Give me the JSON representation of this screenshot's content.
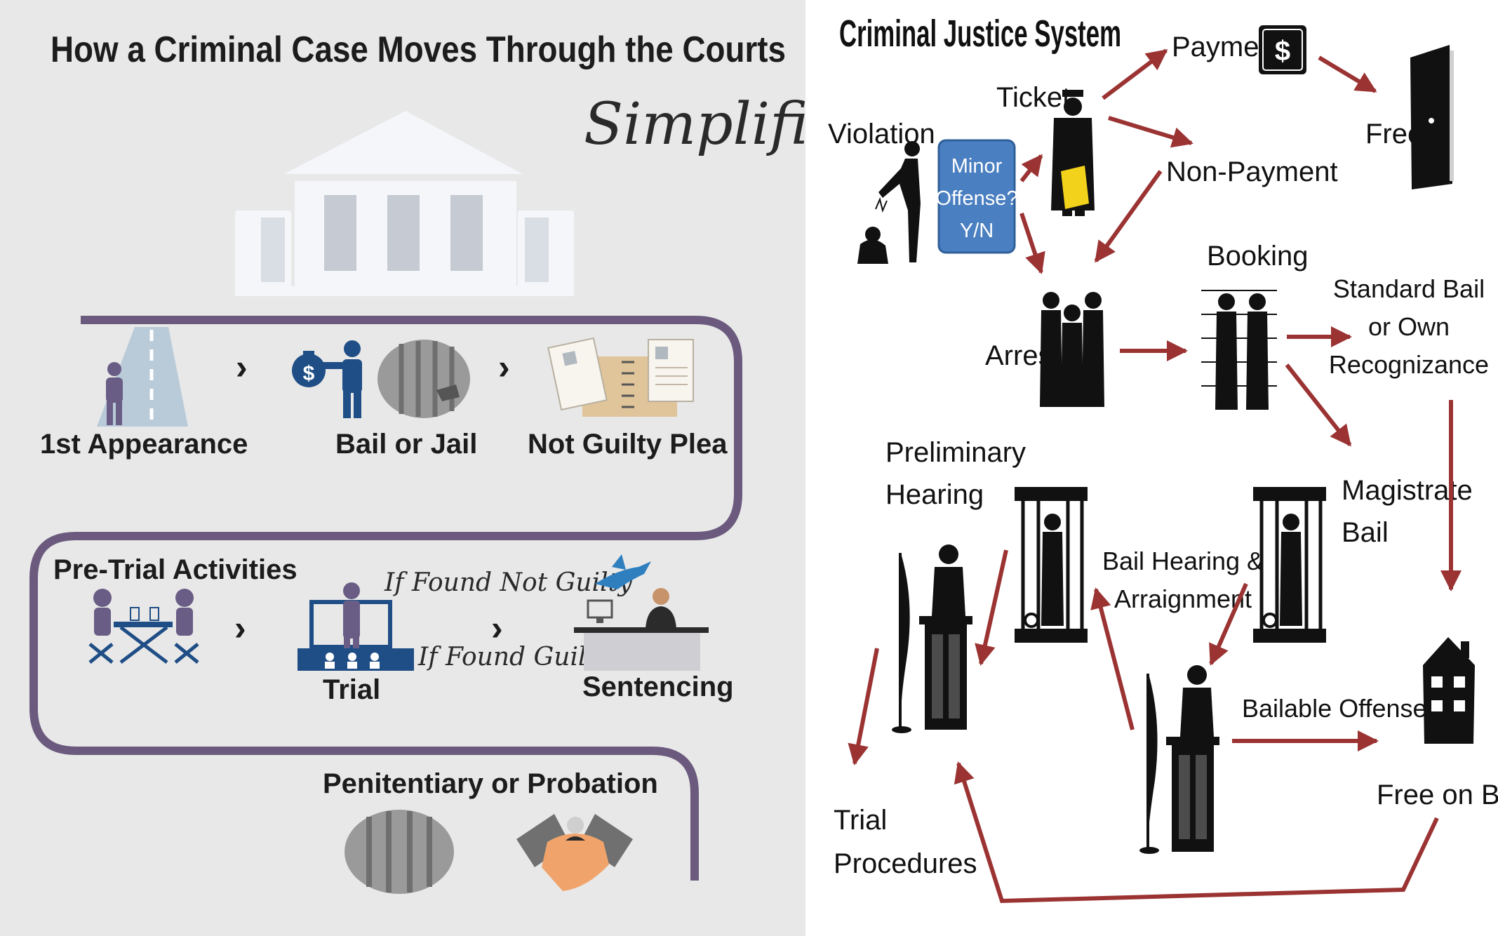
{
  "left_panel": {
    "title": "How a Criminal Case Moves Through the Courts",
    "subtitle": "Simplified",
    "steps": {
      "first_appearance": "1st Appearance",
      "bail_or_jail": "Bail or Jail",
      "not_guilty_plea": "Not Guilty Plea",
      "pre_trial": "Pre-Trial Activities",
      "trial": "Trial",
      "sentencing": "Sentencing",
      "penitentiary": "Penitentiary or Probation"
    },
    "branches": {
      "not_guilty": "If Found Not Guilty",
      "guilty": "If Found Guilty"
    },
    "icons": {
      "money_bag": "$"
    }
  },
  "right_panel": {
    "title": "Criminal Justice System",
    "nodes": {
      "violation": "Violation",
      "minor_offense_l1": "Minor",
      "minor_offense_l2": "Offense?",
      "minor_offense_l3": "Y/N",
      "ticket": "Ticket",
      "payment": "Payment",
      "free": "Free",
      "non_payment": "Non-Payment",
      "arrest": "Arrest",
      "booking": "Booking",
      "standard_bail_l1": "Standard Bail",
      "standard_bail_l2": "or Own",
      "standard_bail_l3": "Recognizance",
      "magistrate_bail_l1": "Magistrate",
      "magistrate_bail_l2": "Bail",
      "preliminary_l1": "Preliminary",
      "preliminary_l2": "Hearing",
      "bail_hearing_l1": "Bail Hearing  &",
      "bail_hearing_l2": "Arraignment",
      "bailable_offense": "Bailable Offense",
      "free_on_bail": "Free on Bail",
      "trial_procedures_l1": "Trial",
      "trial_procedures_l2": "Procedures"
    },
    "icons": {
      "dollar": "$"
    }
  },
  "colors": {
    "left_bg": "#e8e8e8",
    "path_purple": "#6b5a7e",
    "icon_blue": "#1f4e86",
    "icon_purple": "#6a5d85",
    "arrow_red": "#9b3333",
    "box_blue": "#4a7fc1"
  }
}
